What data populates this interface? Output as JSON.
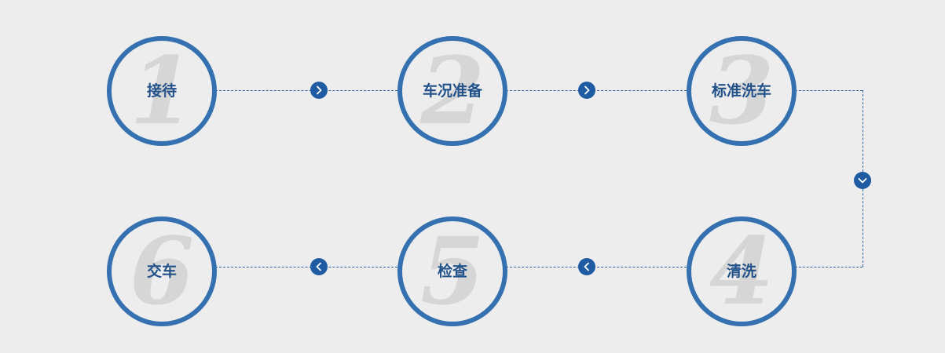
{
  "steps": [
    {
      "number": "1",
      "label": "接待"
    },
    {
      "number": "2",
      "label": "车况准备"
    },
    {
      "number": "3",
      "label": "标准洗车"
    },
    {
      "number": "4",
      "label": "清洗"
    },
    {
      "number": "5",
      "label": "检查"
    },
    {
      "number": "6",
      "label": "交车"
    }
  ],
  "arrows": [
    {
      "icon": "chevron-right-icon"
    },
    {
      "icon": "chevron-right-icon"
    },
    {
      "icon": "chevron-down-icon"
    },
    {
      "icon": "chevron-left-icon"
    },
    {
      "icon": "chevron-left-icon"
    }
  ],
  "colors": {
    "background": "#ededed",
    "ring": "#3571b0",
    "label": "#23528a",
    "number": "#d6d6d6",
    "arrow_fill": "#1f5ba3",
    "connector": "#2d63a3"
  }
}
